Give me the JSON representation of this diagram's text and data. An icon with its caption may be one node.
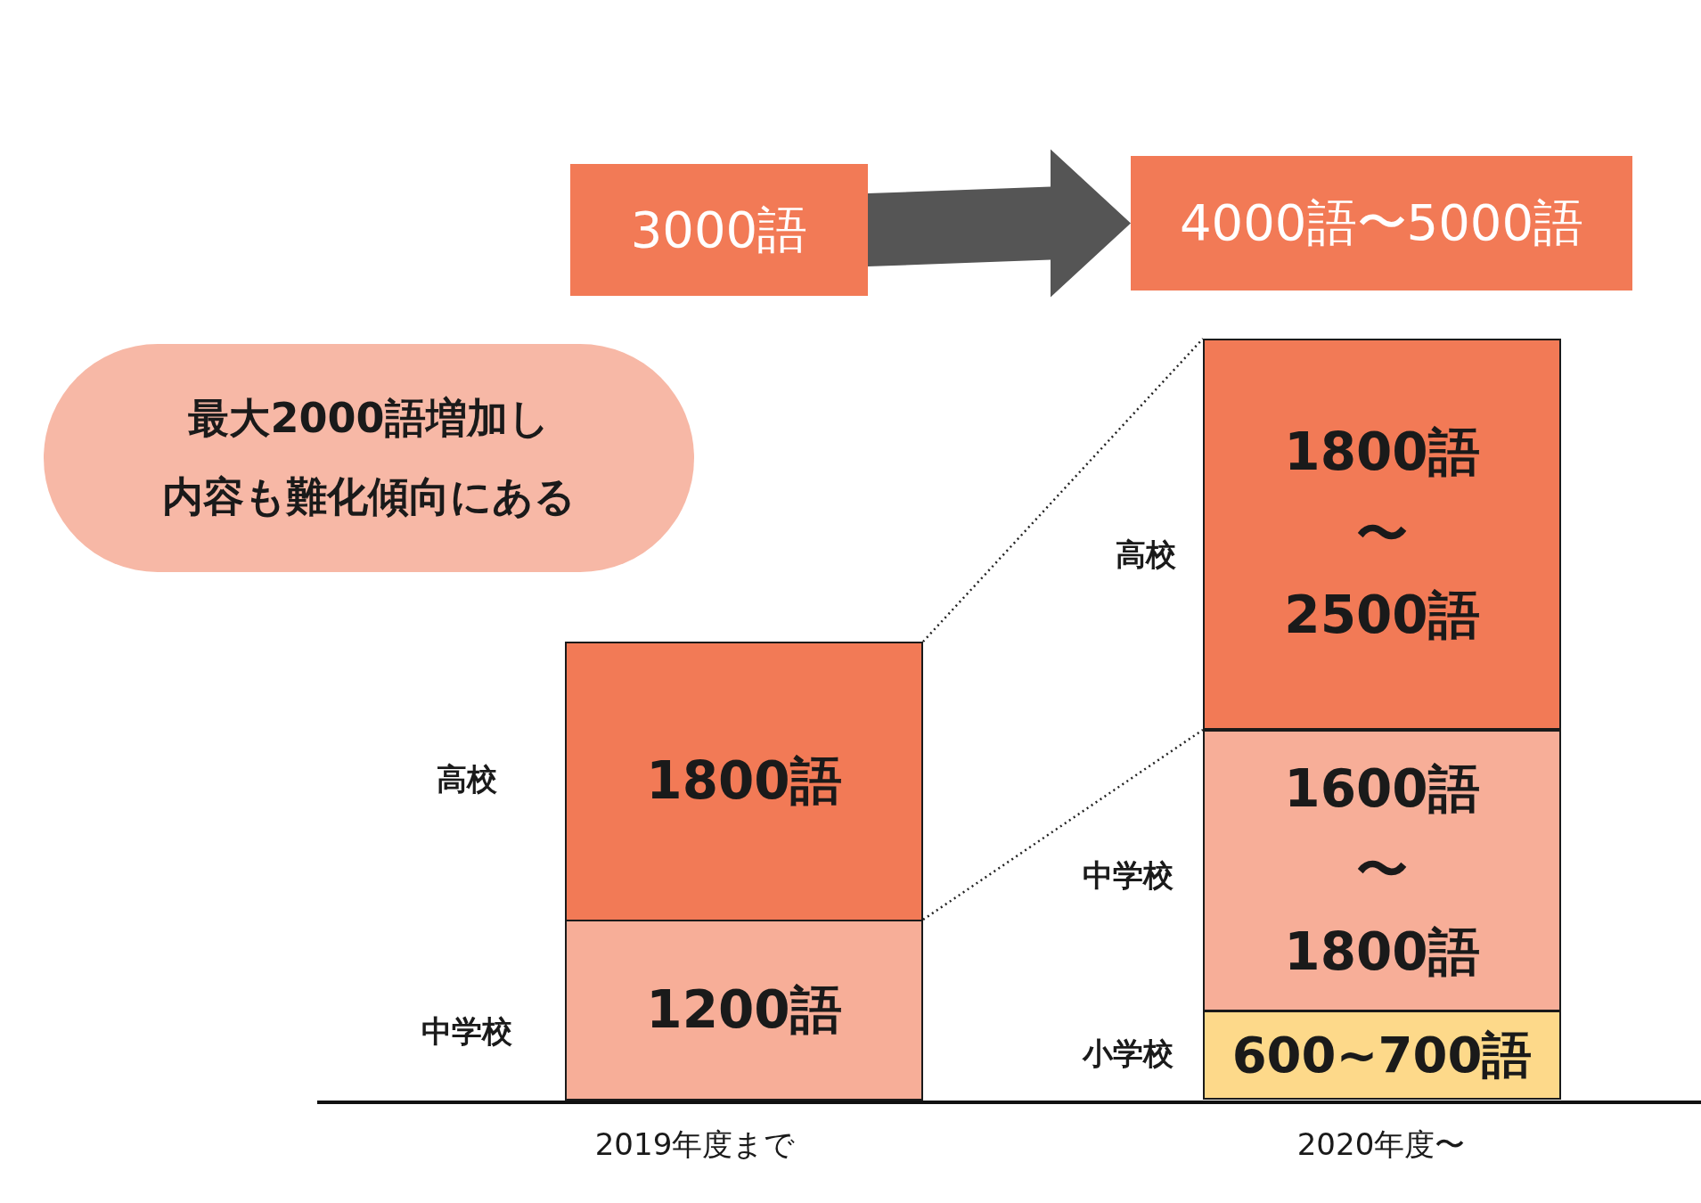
{
  "diagram": {
    "nodes": [
      {
        "text": [
          "3000語"
        ]
      },
      {
        "text": [
          "4000語〜5000語"
        ]
      },
      {
        "text": [
          "最大2000語増加し",
          "内容も難化傾向にある"
        ]
      },
      {
        "text": [
          "1800語"
        ],
        "beside": [
          "高校"
        ]
      },
      {
        "text": [
          "1200語"
        ],
        "beside": [
          "中学校"
        ]
      },
      {
        "text": [
          "1800語",
          "〜",
          "2500語"
        ],
        "beside": [
          "高校"
        ]
      },
      {
        "text": [
          "1600語",
          "〜",
          "1800語"
        ],
        "beside": [
          "中学校"
        ]
      },
      {
        "text": [
          "600~700語"
        ],
        "beside": [
          "小学校"
        ]
      }
    ],
    "edges": [
      {
        "from": 0,
        "to": 1,
        "arrow": "to",
        "style": "thick",
        "color": "#555555"
      },
      {
        "from": 3,
        "to": 5,
        "arrow": "none",
        "style": "dashed"
      },
      {
        "from": 4,
        "to": 6,
        "arrow": "none",
        "style": "dashed"
      }
    ],
    "labels": [
      "2019年度まで",
      "2020年度〜"
    ]
  }
}
